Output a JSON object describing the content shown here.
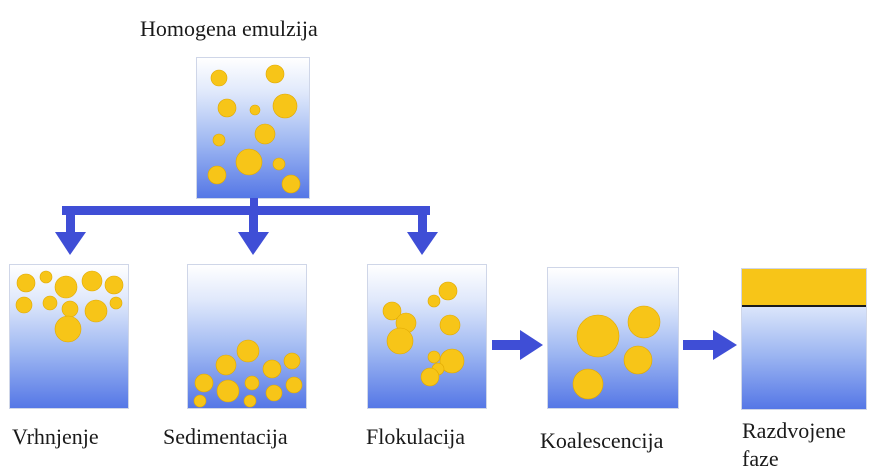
{
  "labels": {
    "top": "Homogena emulzija",
    "creaming": "Vrhnjenje",
    "sedimentation": "Sedimentacija",
    "flocculation": "Flokulacija",
    "coalescence": "Koalescencija",
    "separated_line1": "Razdvojene",
    "separated_line2": "faze"
  },
  "colors": {
    "droplet": "#f7c518",
    "arrow": "#3f4ed6",
    "box_bottom": "#5577e6"
  }
}
